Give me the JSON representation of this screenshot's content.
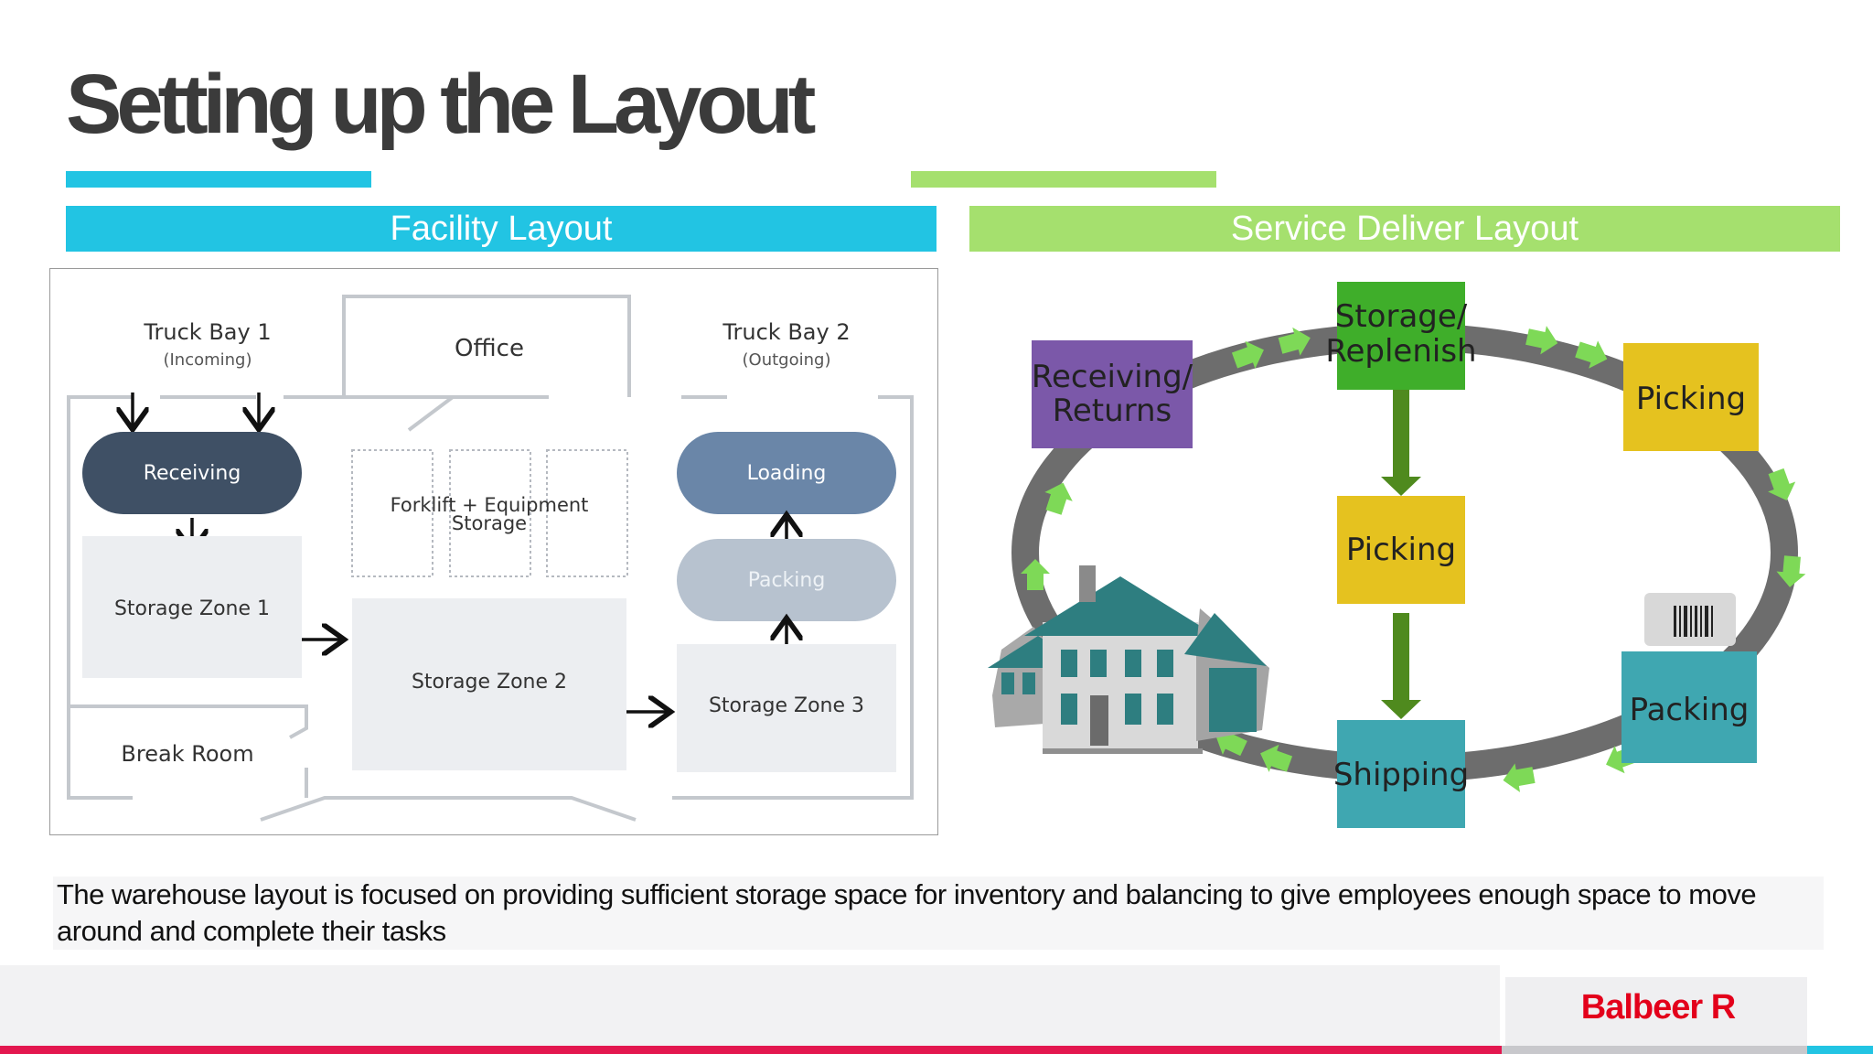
{
  "slide": {
    "title": "Setting up the Layout",
    "left_header": "Facility Layout",
    "right_header": "Service Deliver Layout",
    "caption": "The warehouse layout is focused on providing sufficient storage space for inventory and balancing to give employees enough space to move around and complete their tasks",
    "logo": "Balbeer R"
  },
  "colors": {
    "blue": "#22c4e3",
    "green": "#a5e06e",
    "red": "#e3174f",
    "logo_red": "#e3001b"
  },
  "facility": {
    "truck_bay_1": "Truck Bay 1",
    "truck_bay_1_sub": "(Incoming)",
    "truck_bay_2": "Truck Bay 2",
    "truck_bay_2_sub": "(Outgoing)",
    "office": "Office",
    "receiving": "Receiving",
    "forklift_1": "Forklift + Equipment",
    "forklift_2": "Storage",
    "loading": "Loading",
    "packing": "Packing",
    "storage_zone_1": "Storage Zone 1",
    "storage_zone_2": "Storage Zone 2",
    "storage_zone_3": "Storage Zone 3",
    "break_room": "Break Room"
  },
  "service": {
    "storage_1": "Storage/",
    "storage_2": "Replenish",
    "receiving_1": "Receiving/",
    "receiving_2": "Returns",
    "picking_right": "Picking",
    "picking_center": "Picking",
    "packing": "Packing",
    "shipping": "Shipping"
  }
}
